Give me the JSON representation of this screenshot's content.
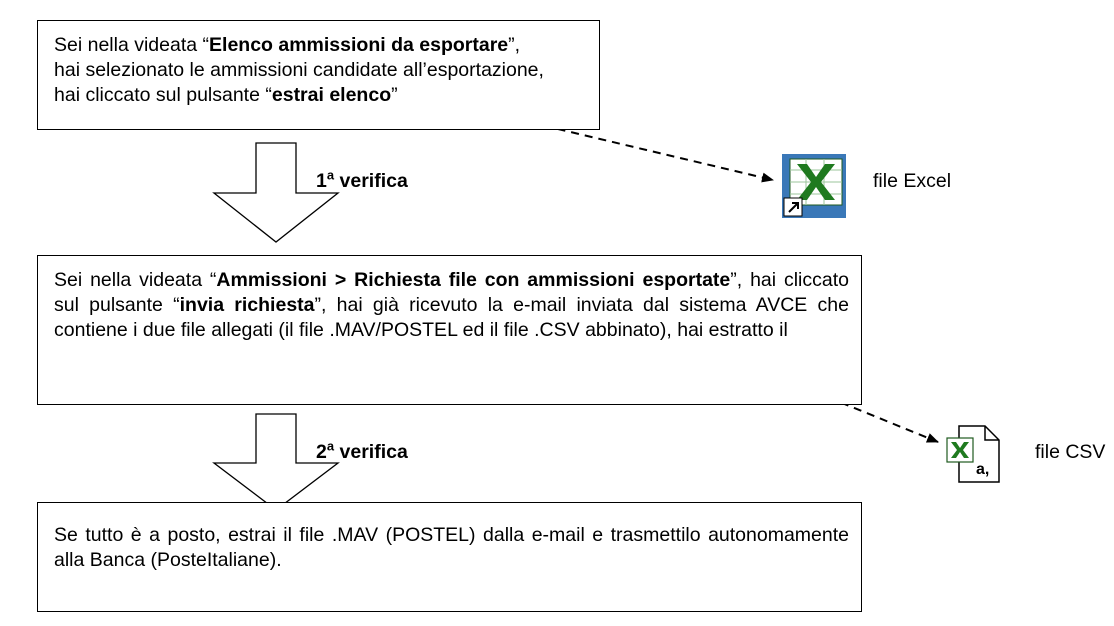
{
  "boxes": [
    {
      "segments": [
        {
          "t": "Sei nella videata “",
          "b": false
        },
        {
          "t": "Elenco ammissioni da esportare",
          "b": true
        },
        {
          "t": "”,",
          "b": false
        },
        {
          "br": true
        },
        {
          "t": "hai selezionato le ammissioni candidate all’esportazione,",
          "b": false
        },
        {
          "br": true
        },
        {
          "t": "hai cliccato sul pulsante “",
          "b": false
        },
        {
          "t": "estrai elenco",
          "b": true
        },
        {
          "t": "”",
          "b": false
        }
      ]
    },
    {
      "segments": [
        {
          "t": "Sei nella videata “",
          "b": false
        },
        {
          "t": "Ammissioni > Richiesta file con ammissioni esportate",
          "b": true
        },
        {
          "t": "”, hai cliccato sul pulsante “",
          "b": false
        },
        {
          "t": "invia richiesta",
          "b": true
        },
        {
          "t": "”, hai già ricevuto la e-mail inviata dal sistema AVCE che contiene i due file allegati (il file .MAV/POSTEL ed il file .CSV abbinato), hai estratto il",
          "b": false
        }
      ]
    },
    {
      "segments": [
        {
          "t": "Se tutto è a posto, estrai il file .MAV (POSTEL) dalla e-mail e trasmettilo autonomamente alla Banca (PosteItaliane).",
          "b": false
        }
      ]
    }
  ],
  "steps": [
    {
      "number": "1",
      "ordinal": "a",
      "word": "verifica"
    },
    {
      "number": "2",
      "ordinal": "a",
      "word": "verifica"
    }
  ],
  "files": {
    "excel": {
      "label": "file Excel",
      "icon": "excel-shortcut-icon",
      "color": "#1f7a1f"
    },
    "csv": {
      "label": "file CSV",
      "icon": "csv-file-icon",
      "color": "#1f7a1f"
    }
  }
}
